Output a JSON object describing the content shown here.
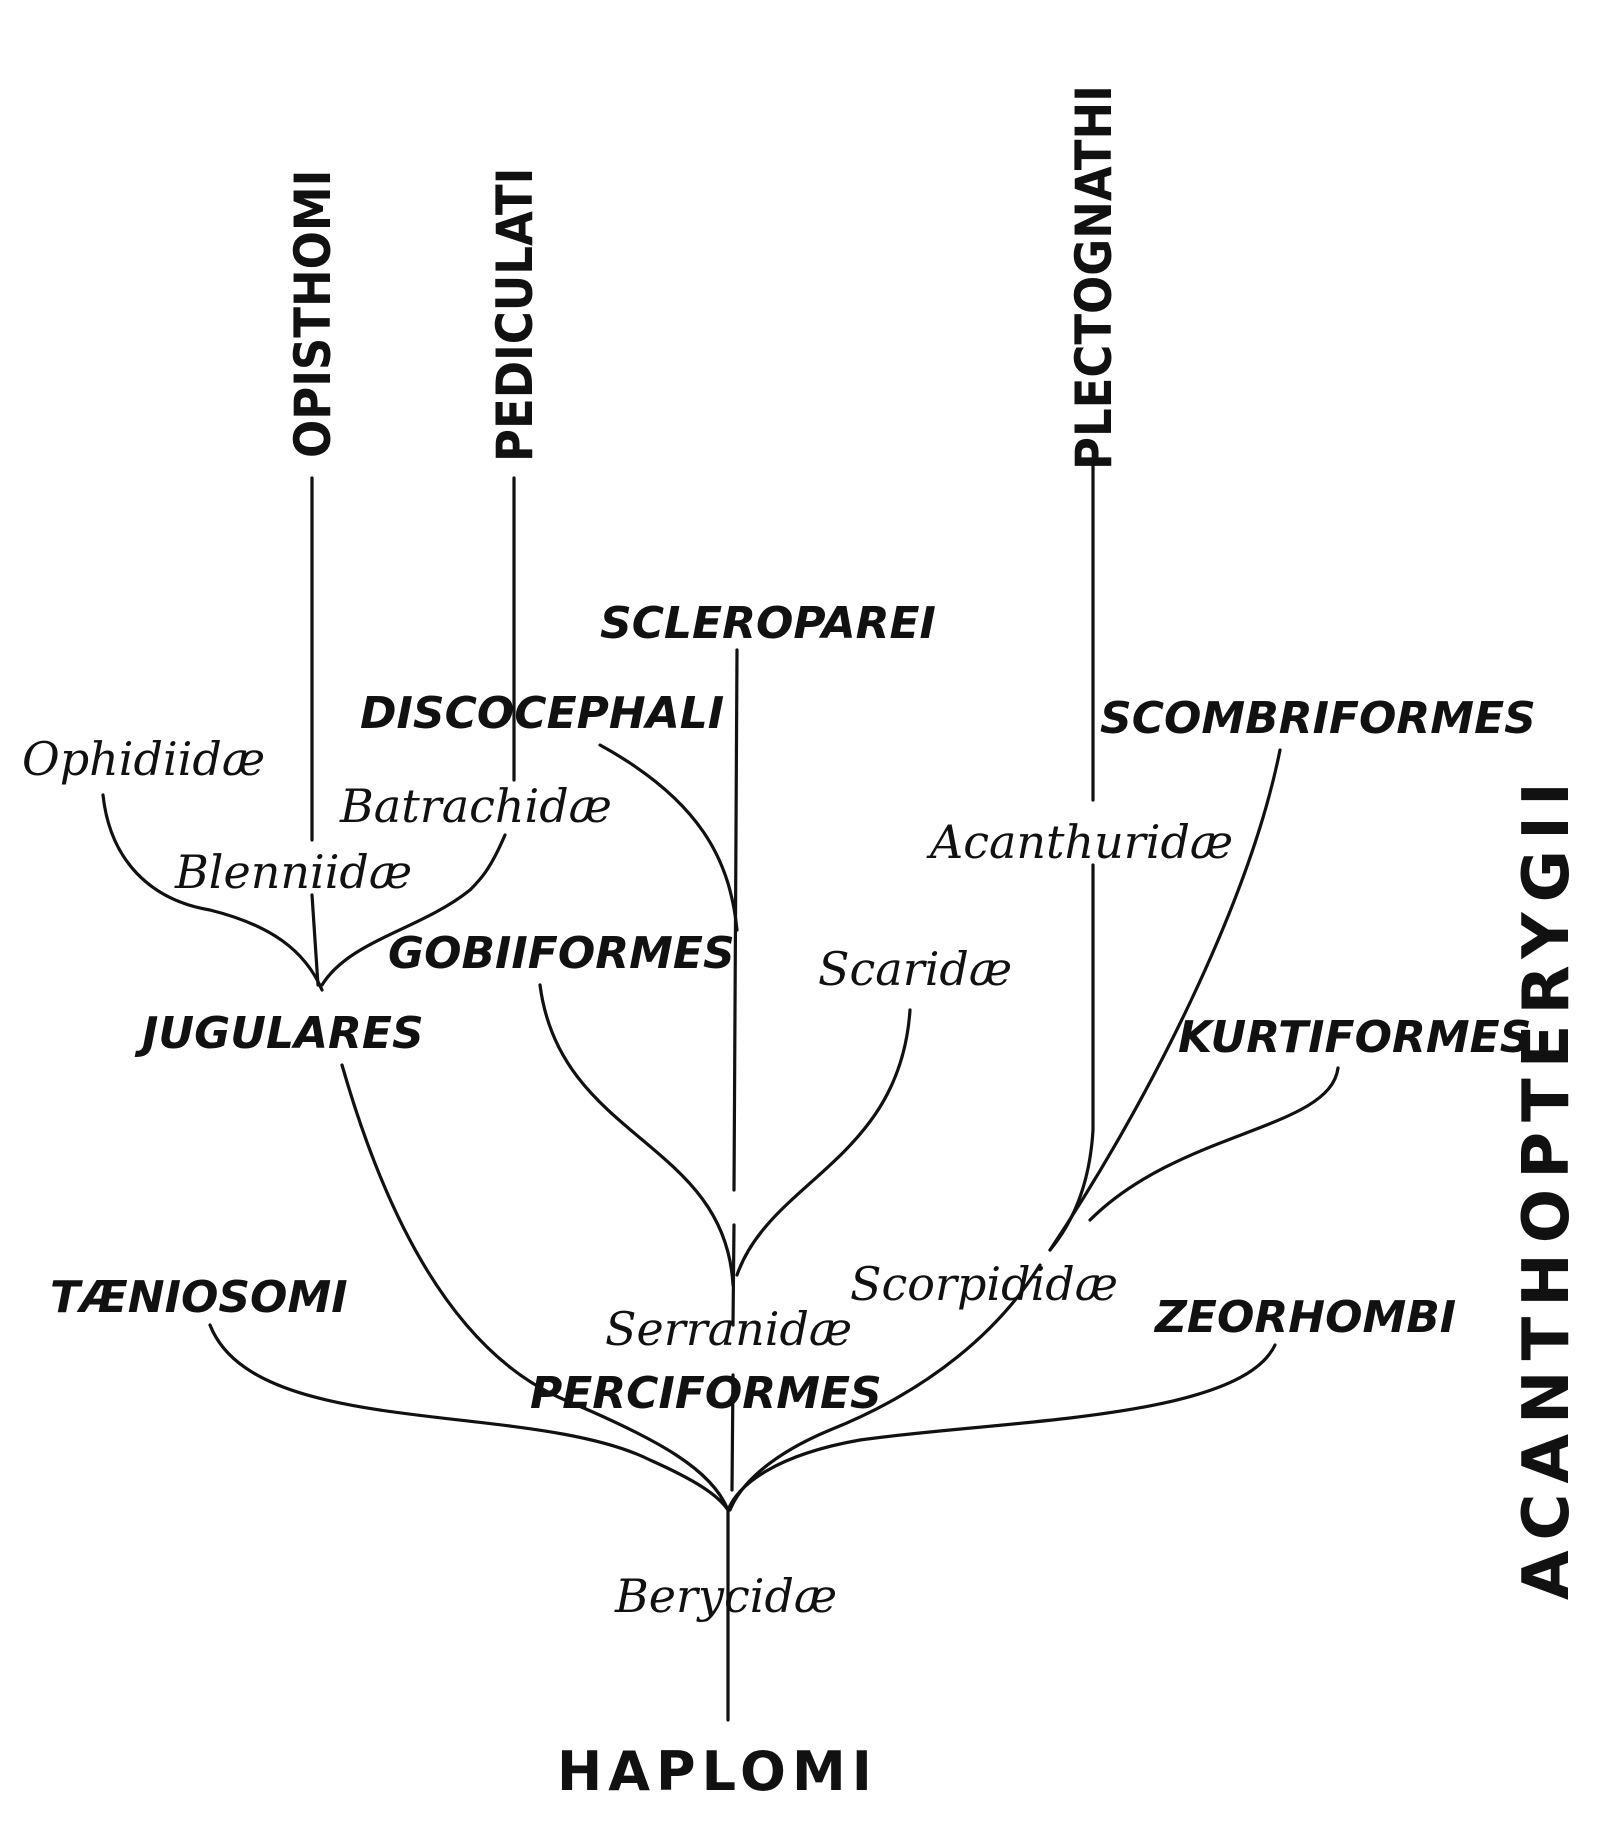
{
  "diagram": {
    "group_title": "ACANTHOPTERYGII",
    "root": "HAPLOMI",
    "nodes": {
      "opisthomi": "OPISTHOMI",
      "pediculati": "PEDICULATI",
      "plectognathi": "PLECTOGNATHI",
      "scleroparei": "SCLEROPAREI",
      "discocephali": "DISCOCEPHALI",
      "scombriformes": "SCOMBRIFORMES",
      "ophidiidae": "Ophidiidæ",
      "batrachidae": "Batrachidæ",
      "acanthuridae": "Acanthuridæ",
      "blenniidae": "Blenniidæ",
      "gobiiformes": "GOBIIFORMES",
      "scaridae": "Scaridæ",
      "jugulares": "JUGULARES",
      "kurtiformes": "KURTIFORMES",
      "taeniosomi": "TÆNIOSOMI",
      "scorpididae": "Scorpididæ",
      "zeorhombi": "ZEORHOMBI",
      "serranidae": "Serranidæ",
      "perciformes": "PERCIFORMES",
      "berycidae": "Berycidæ"
    }
  }
}
